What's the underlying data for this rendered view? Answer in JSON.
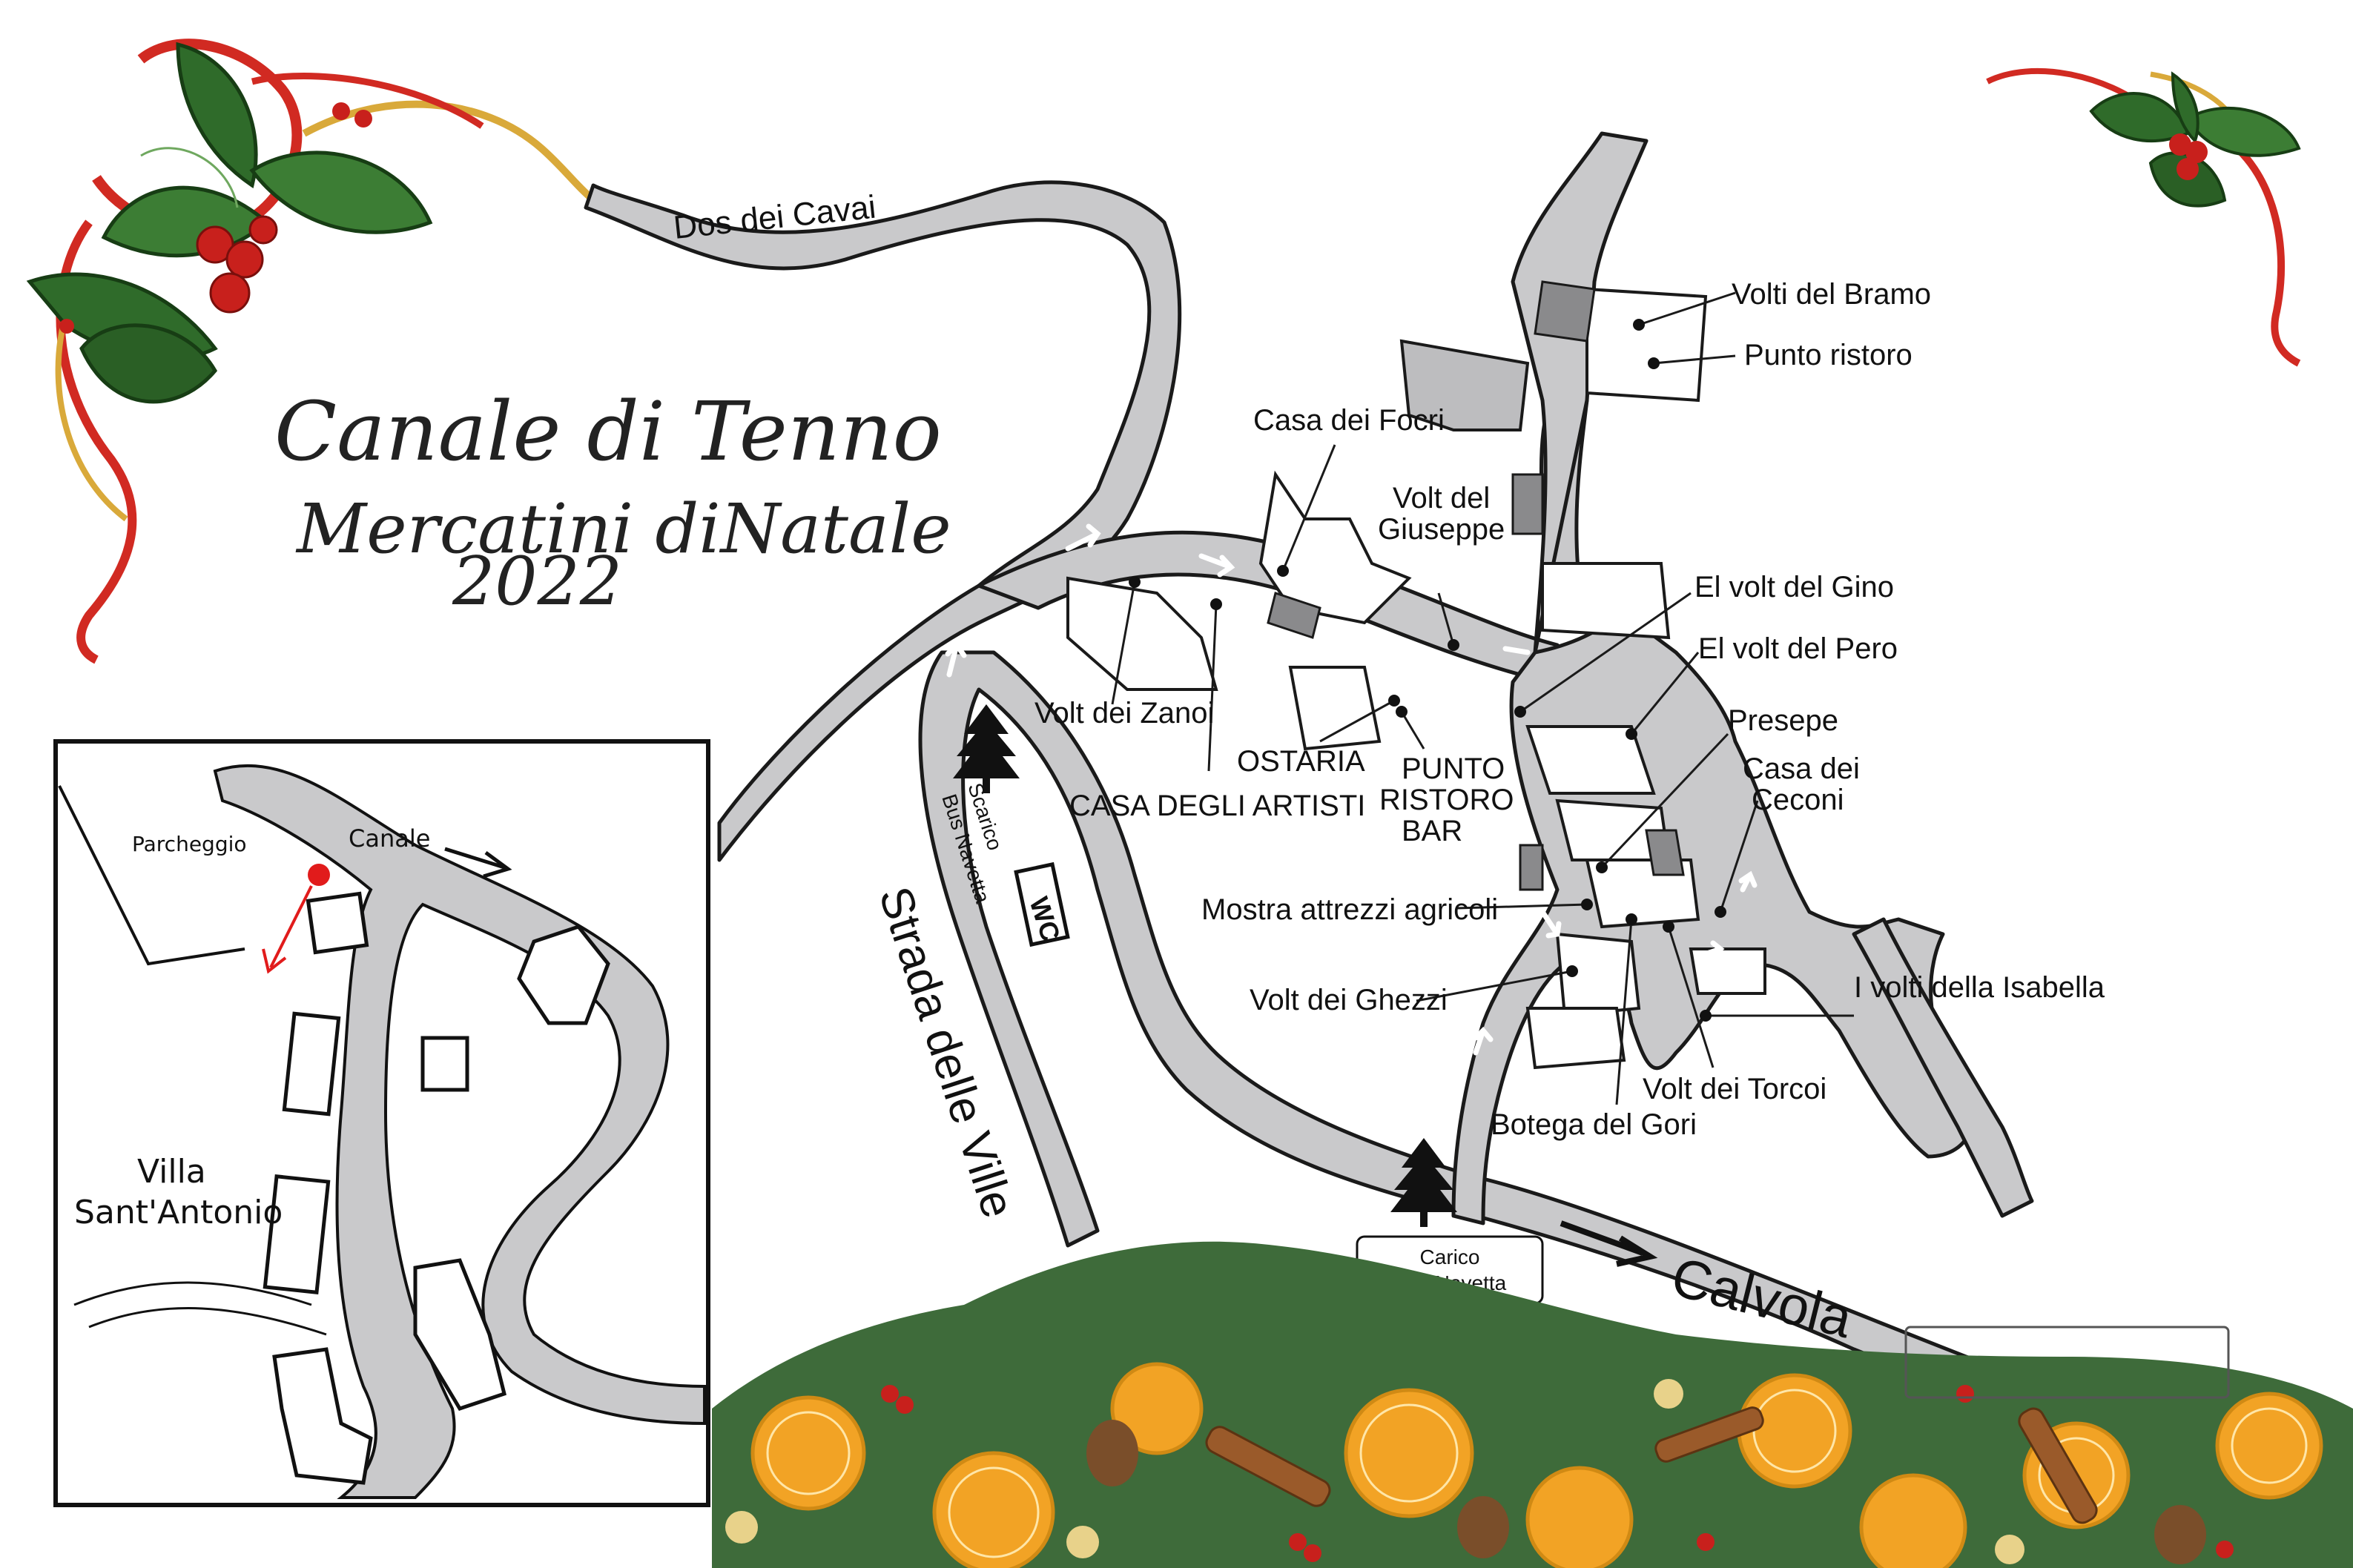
{
  "title": {
    "main": "Canale di Tenno",
    "sub": "Mercatini diNatale",
    "year": "2022"
  },
  "roads": {
    "dos_dei_cavai": "Dos dei Cavai",
    "strada_delle_ville": "Strada delle Ville",
    "calvola": "Calvola"
  },
  "points_of_interest": {
    "volti_del_bramo": "Volti del Bramo",
    "punto_ristoro": "Punto ristoro",
    "casa_dei_focri": "Casa dei Focri",
    "volt_del_giuseppe_1": "Volt del",
    "volt_del_giuseppe_2": "Giuseppe",
    "el_volt_del_gino": "El volt del Gino",
    "el_volt_del_pero": "El volt del Pero",
    "presepe": "Presepe",
    "casa_dei_ceconi_1": "Casa dei",
    "casa_dei_ceconi_2": "Ceconi",
    "volt_dei_zanoi": "Volt dei Zanoi",
    "ostaria": "OSTARIA",
    "punto_ristoro_bar_1": "PUNTO",
    "punto_ristoro_bar_2": "RISTORO",
    "punto_ristoro_bar_3": "BAR",
    "casa_degli_artisti": "CASA DEGLI ARTISTI",
    "mostra_attrezzi": "Mostra attrezzi agricoli",
    "volt_dei_ghezzi": "Volt dei Ghezzi",
    "i_volti_isabella": "I volti della Isabella",
    "volt_dei_torcoi": "Volt dei Torcoi",
    "botega_del_gori": "Botega del Gori"
  },
  "bus": {
    "scarico_1": "Scarico",
    "scarico_2": "Bus Navetta",
    "carico_1": "Carico",
    "carico_2": "Bus Navetta",
    "wc": "WC"
  },
  "inset": {
    "parcheggio": "Parcheggio",
    "canale": "Canale",
    "villa_1": "Villa",
    "villa_2": "Sant'Antonio"
  },
  "colors": {
    "road_fill": "#c9c9cb",
    "road_stroke": "#1a1a1a",
    "building_fill": "#bdbdbf",
    "dark_fill": "#8a8a8c",
    "holly_green": "#2f6b2a",
    "berry_red": "#c8201c",
    "ribbon_red": "#d12a22",
    "ribbon_gold": "#d9a93a",
    "orange": "#f2a325"
  },
  "icons": [
    "holly-icon",
    "tree-icon",
    "arrow-icon",
    "wc-icon",
    "marker-icon"
  ]
}
